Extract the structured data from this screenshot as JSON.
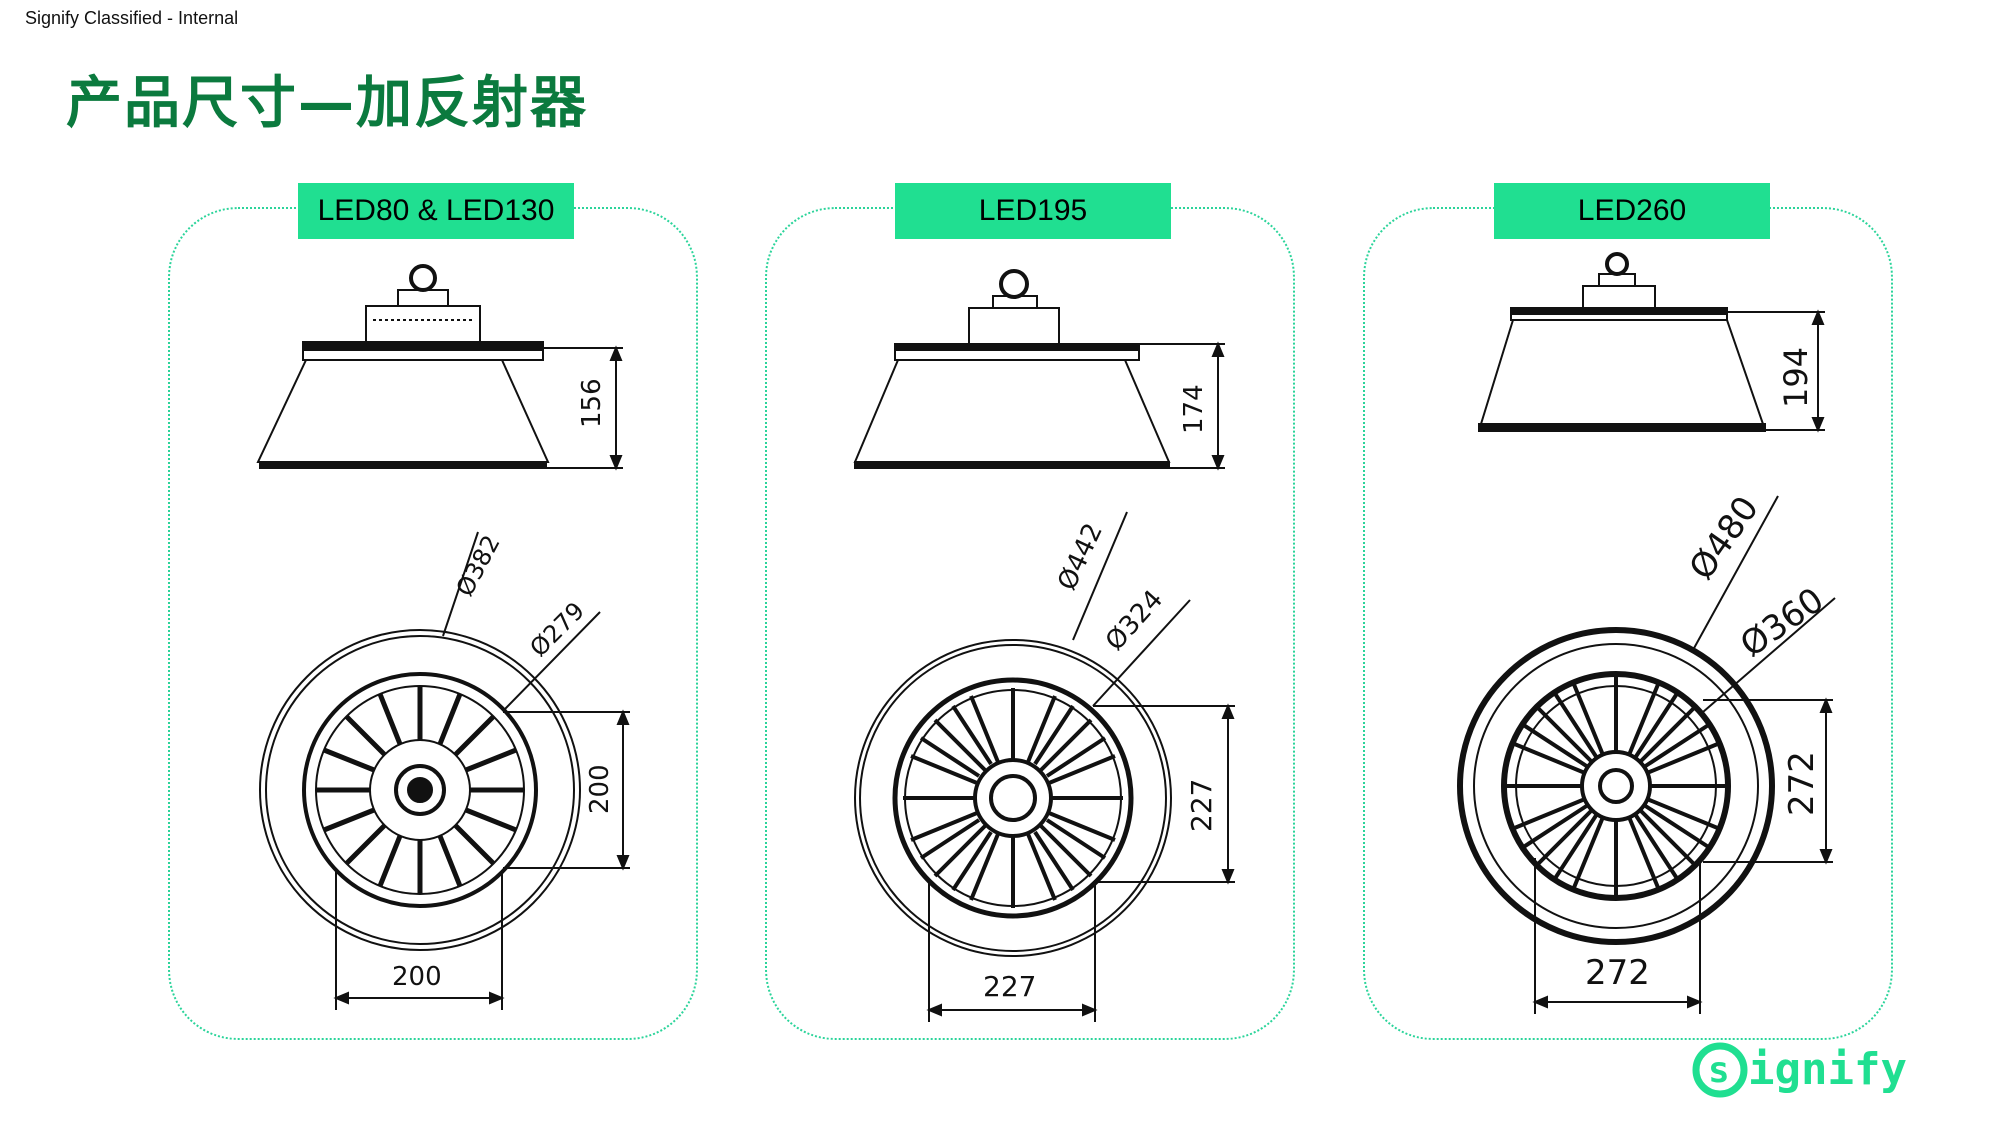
{
  "header": {
    "classification": "Signify Classified - Internal",
    "title": "产品尺寸—加反射器"
  },
  "panels": [
    {
      "label": "LED80 & LED130",
      "side_height": "156",
      "outer_diameter": "Ø382",
      "inner_diameter": "Ø279",
      "vertical_dim": "200",
      "horizontal_dim": "200"
    },
    {
      "label": "LED195",
      "side_height": "174",
      "outer_diameter": "Ø442",
      "inner_diameter": "Ø324",
      "vertical_dim": "227",
      "horizontal_dim": "227"
    },
    {
      "label": "LED260",
      "side_height": "194",
      "outer_diameter": "Ø480",
      "inner_diameter": "Ø360",
      "vertical_dim": "272",
      "horizontal_dim": "272"
    }
  ],
  "footer": {
    "logo_text": "signify",
    "brand_color": "#20df91",
    "title_color": "#0b7a3e"
  }
}
